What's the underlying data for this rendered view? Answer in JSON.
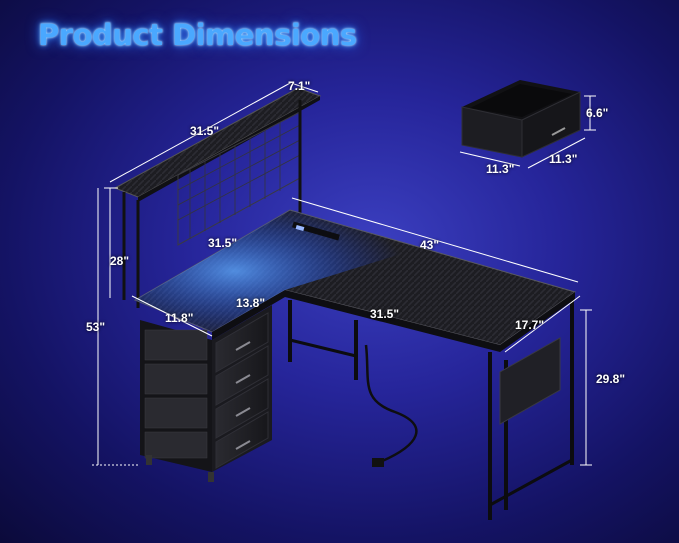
{
  "title": "Product Dimensions",
  "dimensions": {
    "hutch_depth": "7.1\"",
    "hutch_width": "31.5\"",
    "hutch_height": "28\"",
    "overall_height": "53\"",
    "desk_return_width": "31.5\"",
    "desk_long_width": "43\"",
    "drawer_top_width": "11.8\"",
    "return_depth": "13.8\"",
    "inner_width": "31.5\"",
    "desk_depth": "17.7\"",
    "desk_height": "29.8\""
  },
  "drawer_detail": {
    "height": "6.6\"",
    "width": "11.3\"",
    "depth": "11.3\""
  },
  "colors": {
    "background": "#26259a",
    "title": "#4aa8ff",
    "led": "#2f7bff",
    "desk": "#1c1c20"
  }
}
